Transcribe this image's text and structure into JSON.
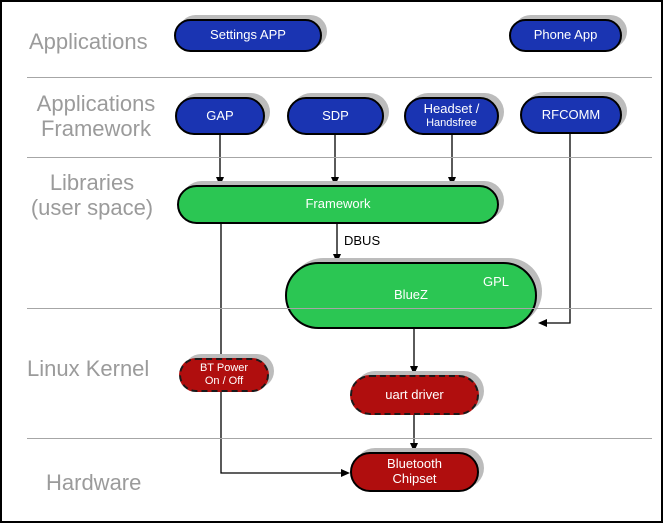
{
  "layers": {
    "applications": "Applications",
    "applications_framework_line1": "Applications",
    "applications_framework_line2": "Framework",
    "libraries_line1": "Libraries",
    "libraries_line2": "(user space)",
    "linux_kernel": "Linux Kernel",
    "hardware": "Hardware"
  },
  "nodes": {
    "settings_app": "Settings APP",
    "phone_app": "Phone App",
    "gap": "GAP",
    "sdp": "SDP",
    "headset_line1": "Headset /",
    "headset_line2": "Handsfree",
    "rfcomm": "RFCOMM",
    "framework": "Framework",
    "bluez": "BlueZ",
    "gpl_badge": "GPL",
    "dbus_label": "DBUS",
    "bt_power_line1": "BT Power",
    "bt_power_line2": "On / Off",
    "uart_driver": "uart driver",
    "chipset_line1": "Bluetooth",
    "chipset_line2": "Chipset"
  },
  "colors": {
    "app_node": "#1a34b2",
    "lib_node": "#2bc653",
    "kernel_node": "#b00e0e",
    "label_text": "#9b9b9b",
    "divider": "#a6a6a6",
    "shadow": "#bcbcbc"
  }
}
